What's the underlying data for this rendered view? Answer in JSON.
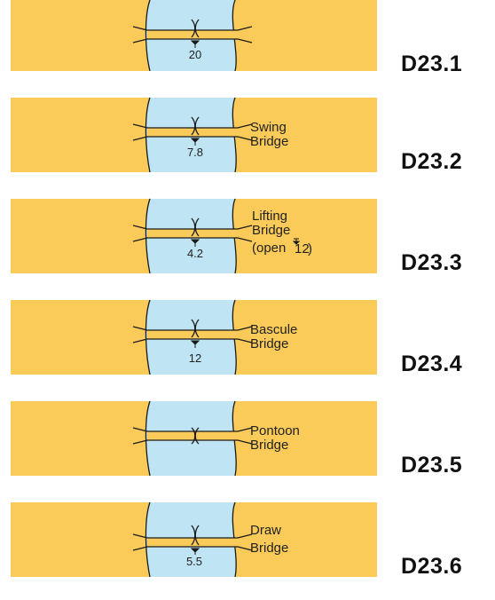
{
  "colors": {
    "land": "#FBCB5A",
    "water": "#BFE4F3",
    "line": "#1A1A1A"
  },
  "panels": [
    {
      "code": "D23.1",
      "label_lines": [],
      "clearance": "20",
      "open_clearance": ""
    },
    {
      "code": "D23.2",
      "label_lines": [
        "Swing",
        "Bridge"
      ],
      "clearance": "7.8",
      "open_clearance": ""
    },
    {
      "code": "D23.3",
      "label_lines": [
        "Lifting",
        "Bridge",
        "(open"
      ],
      "clearance": "4.2",
      "open_clearance": "12"
    },
    {
      "code": "D23.4",
      "label_lines": [
        "Bascule",
        "Bridge"
      ],
      "clearance": "12",
      "open_clearance": ""
    },
    {
      "code": "D23.5",
      "label_lines": [
        "Pontoon",
        "Bridge"
      ],
      "clearance": "",
      "open_clearance": ""
    },
    {
      "code": "D23.6",
      "label_lines": [
        "Draw",
        "Bridge"
      ],
      "clearance": "5.5",
      "open_clearance": ""
    }
  ]
}
